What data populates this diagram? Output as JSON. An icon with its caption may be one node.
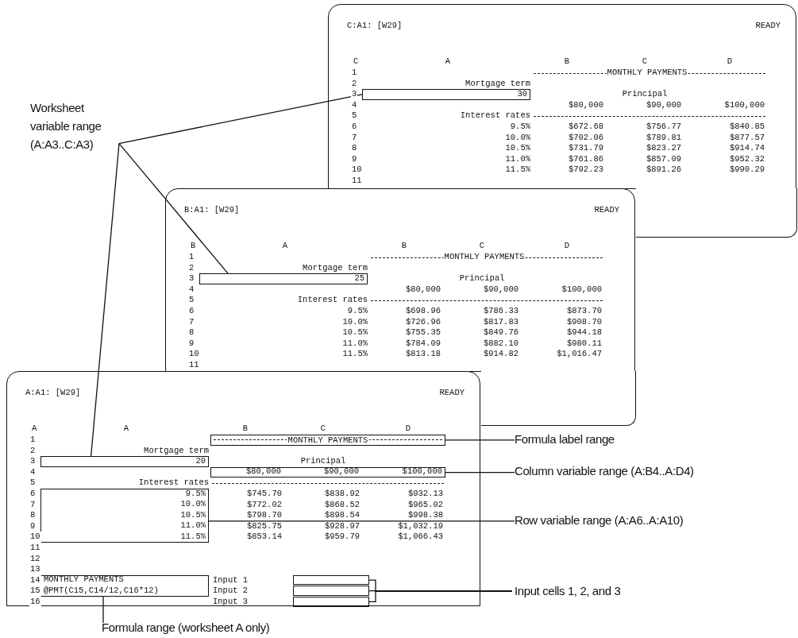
{
  "diagram": {
    "nodes": [
      {
        "text": [
          "C:A1: [W29]",
          "READY",
          "C",
          "A",
          "B",
          "C",
          "D",
          "1",
          "2",
          "3",
          "4",
          "5",
          "6",
          "7",
          "8",
          "9",
          "10",
          "11",
          "MONTHLY PAYMENTS",
          "Mortgage term",
          "Principal",
          "$80,000",
          "$90,000",
          "$100,000",
          "Interest rates",
          "9.5%",
          "$672.68",
          "$756.77",
          "$840.85",
          "10.0%",
          "$702.06",
          "$789.81",
          "$877.57",
          "10.5%",
          "$731.79",
          "$823.27",
          "$914.74",
          "11.0%",
          "$761.86",
          "$857.09",
          "$952.32",
          "11.5%",
          "$792.23",
          "$891.26",
          "$990.29"
        ]
      },
      {
        "text": [
          "30"
        ],
        "in": 0
      },
      {
        "text": [
          "Worksheet variable range (A:A3..C:A3)"
        ]
      },
      {
        "text": [
          "B:A1: [W29]",
          "READY",
          "B",
          "A",
          "B",
          "C",
          "D",
          "1",
          "2",
          "3",
          "4",
          "5",
          "6",
          "7",
          "8",
          "9",
          "10",
          "11",
          "MONTHLY PAYMENTS",
          "Mortgage term",
          "Principal",
          "$80,000",
          "$90,000",
          "$100,000",
          "Interest rates",
          "9.5%",
          "$698.96",
          "$786.33",
          "$873.70",
          "10.0%",
          "$726.96",
          "$817.83",
          "$908.70",
          "10.5%",
          "$755.35",
          "$849.76",
          "$944.18",
          "11.0%",
          "$784.09",
          "$882.10",
          "$980.11",
          "11.5%",
          "$813.18",
          "$914.82",
          "$1,016.47"
        ]
      },
      {
        "text": [
          "25"
        ],
        "in": 3
      },
      {
        "text": [
          "A:A1: [W29]",
          "READY",
          "A",
          "A",
          "B",
          "C",
          "D",
          "1",
          "2",
          "3",
          "4",
          "5",
          "6",
          "7",
          "8",
          "9",
          "10",
          "11",
          "12",
          "13",
          "14",
          "15",
          "16",
          "Mortgage term",
          "Principal",
          "Interest rates",
          "$745.70",
          "$838.92",
          "$932.13",
          "$772.02",
          "$868.52",
          "$965.02",
          "$798.70",
          "$898.54",
          "$998.38",
          "$825.75",
          "$928.97",
          "$1,032.19",
          "$853.14",
          "$959.79",
          "$1,066.43",
          "Input 1",
          "Input 2",
          "Input 3"
        ]
      },
      {
        "text": [
          "MONTHLY PAYMENTS"
        ],
        "in": 5
      },
      {
        "text": [
          "20"
        ],
        "in": 5
      },
      {
        "text": [
          "$80,000",
          "$90,000",
          "$100,000"
        ],
        "in": 5
      },
      {
        "text": [
          "9.5%",
          "10.0%",
          "10.5%",
          "11.0%",
          "11.5%"
        ],
        "in": 5
      },
      {
        "text": [
          "MONTHLY PAYMENTS",
          "@PMT(C15,C14/12,C16*12)"
        ],
        "in": 5
      },
      {
        "text": [],
        "shape": "box",
        "in": 5
      },
      {
        "text": [],
        "shape": "box",
        "in": 5
      },
      {
        "text": [],
        "shape": "box",
        "in": 5
      },
      {
        "text": [
          "Formula label range"
        ]
      },
      {
        "text": [
          "Column variable range (A:B4..A:D4)"
        ]
      },
      {
        "text": [
          "Row variable range (A:A6..A:A10)"
        ]
      },
      {
        "text": [
          "Input cells 1, 2, and 3"
        ]
      },
      {
        "text": [
          "Formula range (worksheet A only)"
        ]
      }
    ],
    "edges": [
      {
        "from": 2,
        "to": 1,
        "arrow": "none"
      },
      {
        "from": 2,
        "to": 4,
        "arrow": "none"
      },
      {
        "from": 2,
        "to": 7,
        "arrow": "none"
      },
      {
        "from": 14,
        "to": 6,
        "arrow": "none"
      },
      {
        "from": 15,
        "to": 8,
        "arrow": "none"
      },
      {
        "from": 16,
        "to": 9,
        "arrow": "none"
      },
      {
        "from": 17,
        "to": 11,
        "arrow": "none"
      },
      {
        "from": 17,
        "to": 12,
        "arrow": "none"
      },
      {
        "from": 17,
        "to": 13,
        "arrow": "none"
      },
      {
        "from": 18,
        "to": 10,
        "arrow": "none"
      }
    ]
  }
}
